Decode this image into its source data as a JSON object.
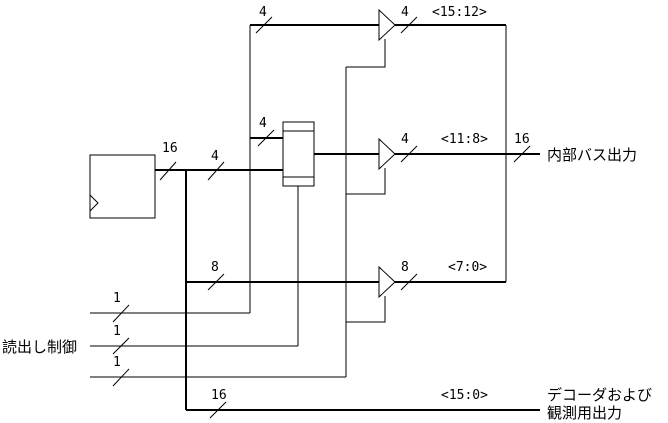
{
  "labels": {
    "read_control": "読出し制御",
    "internal_bus_output": "内部バス出力",
    "decoder_line1": "デコーダおよび",
    "decoder_line2": "観測用出力"
  },
  "bus_widths": {
    "reg_out": "16",
    "upper4": "4",
    "mux_in4": "4",
    "left4": "4",
    "lower8": "8",
    "ctrl1a": "1",
    "ctrl1b": "1",
    "ctrl1c": "1",
    "decoder16": "16",
    "buf_top_out": "4",
    "buf_mid_out": "4",
    "buf_bot_out": "8",
    "internal_bus": "16"
  },
  "bit_ranges": {
    "top": "<15:12>",
    "mid": "<11:8>",
    "bot": "<7:0>",
    "decoder": "<15:0>"
  }
}
